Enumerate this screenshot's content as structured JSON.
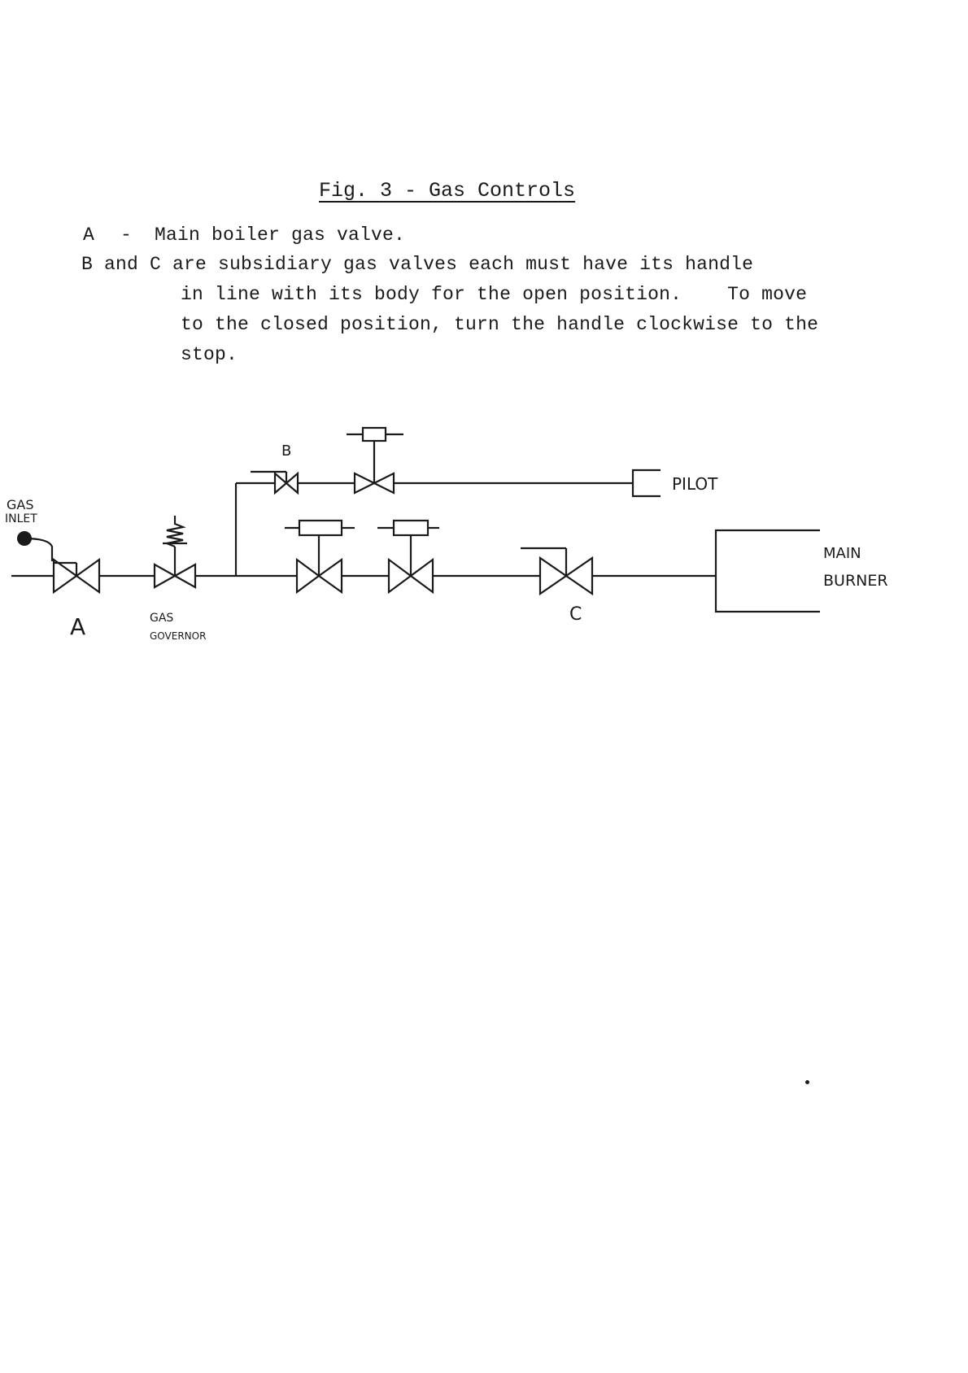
{
  "document": {
    "title": "Fig. 3 - Gas Controls",
    "legend": {
      "a_key": "A",
      "a_dash": "-",
      "a_text": "Main boiler gas valve.",
      "b_line1": "B and C are subsidiary gas valves each must have its handle",
      "b_line2": "in line with its body for the open position.    To move",
      "b_line3": "to the closed position, turn the handle clockwise to the",
      "b_line4": "stop."
    }
  },
  "diagram": {
    "labels": {
      "gas_inlet_1": "GAS",
      "gas_inlet_2": "INLET",
      "valve_a": "A",
      "gas_governor_1": "GAS",
      "gas_governor_2": "GOVERNOR",
      "valve_b": "B",
      "pilot": "PILOT",
      "valve_c": "C",
      "main_burner_1": "MAIN",
      "main_burner_2": "BURNER"
    }
  }
}
